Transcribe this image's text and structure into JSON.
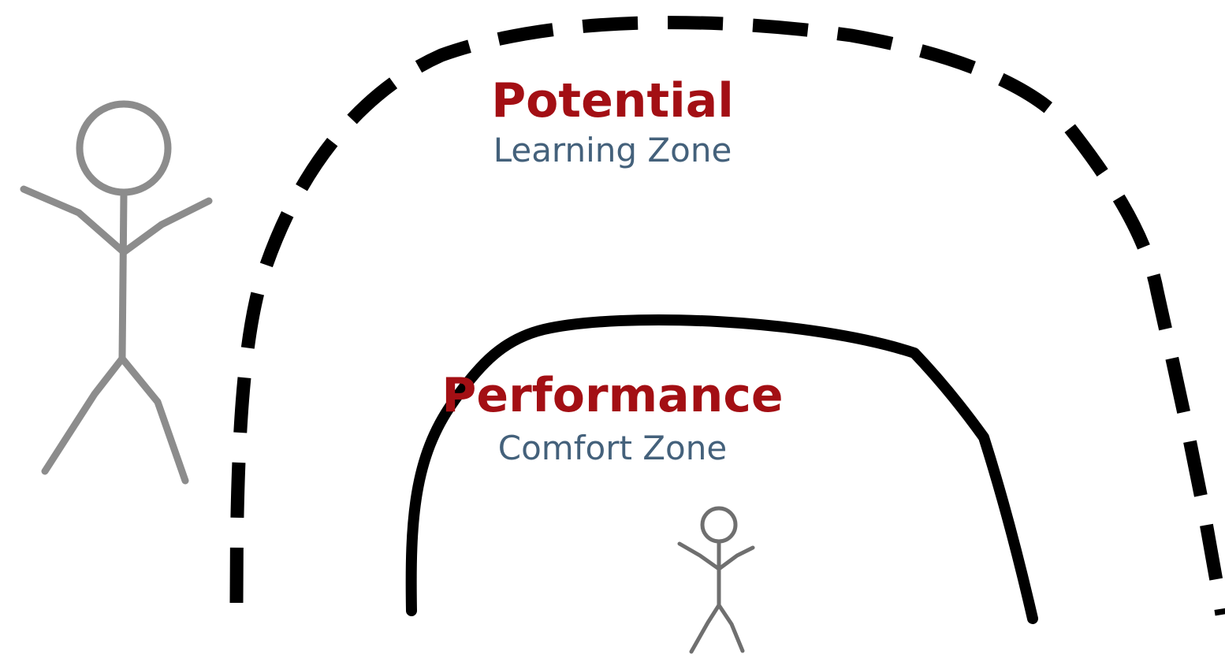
{
  "colors": {
    "background": "#ffffff",
    "title": "#a30f14",
    "subtitle": "#44617b",
    "boundary": "#000000",
    "large_figure": "#8c8c8c",
    "small_figure": "#6f6f6f"
  },
  "outer_zone": {
    "title": "Potential",
    "subtitle": "Learning Zone",
    "boundary_style": "dashed"
  },
  "inner_zone": {
    "title": "Performance",
    "subtitle": "Comfort Zone",
    "boundary_style": "solid"
  },
  "figures": {
    "large": "stick-figure-outside",
    "small": "stick-figure-inside"
  }
}
